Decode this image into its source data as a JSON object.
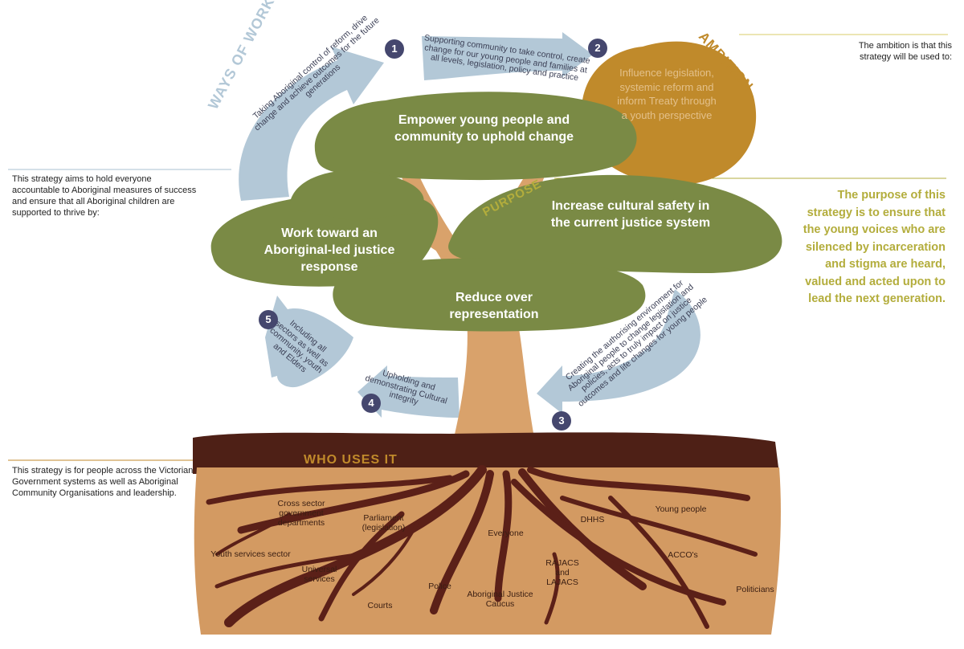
{
  "colors": {
    "leaf": "#7a8a45",
    "trunk": "#d9a26b",
    "soil": "#d39a62",
    "soil_top": "#4e2016",
    "roots": "#5b2018",
    "arrow": "#b3c8d7",
    "badge": "#45476e",
    "ambition": "#c08a2b",
    "purpose_text": "#b3ad3c",
    "ways_heading": "#b3c8d7"
  },
  "headings": {
    "ways_of_working": "WAYS OF WORKING",
    "ambition": "AMBITION",
    "purpose": "PURPOSE",
    "who_uses_it": "WHO USES IT"
  },
  "notes": {
    "ambition_note": "The ambition is that this strategy will be used to:",
    "accountable_note": "This  strategy aims to hold everyone accountable to Aboriginal measures of success and ensure that all Aboriginal children are supported to thrive by:",
    "purpose_statement": "The purpose of this strategy is to ensure that the young voices who are silenced by incarceration and stigma are heard, valued and acted upon to lead the next generation.",
    "who_note": "This strategy is for people across the Victorian Government systems as well as Aboriginal Community Organisations and leadership."
  },
  "ambition_circle": "Influence legislation, systemic reform and inform Treaty through a youth perspective",
  "leaves": [
    "Empower young people and community to uphold change",
    "Work toward an Aboriginal-led justice response",
    "Increase cultural safety in the current justice system",
    "Reduce over representation"
  ],
  "ways": [
    {
      "num": "1",
      "text": "Taking Aboriginal control of reform, drive change and achieve outcomes for the future generations"
    },
    {
      "num": "2",
      "text": "Supporting community to take control, create change for our young people and families at all levels, legislation, policy and practice"
    },
    {
      "num": "3",
      "text": "Creating the authorising environment for Aboriginal people to change legislation and policies, acts to truly impact on justice outcomes and life changes for young people"
    },
    {
      "num": "4",
      "text": "Upholding and demonstrating Cultural integrity"
    },
    {
      "num": "5",
      "text": "Including all sectors as well as community, youth and Elders"
    }
  ],
  "users": [
    "Cross sector government departments",
    "Parliament (legislation)",
    "Everyone",
    "DHHS",
    "Young people",
    "Youth services sector",
    "Universal services",
    "RAJACS and LAJACS",
    "ACCO's",
    "Police",
    "Courts",
    "Aboriginal Justice Caucus",
    "Politicians"
  ]
}
